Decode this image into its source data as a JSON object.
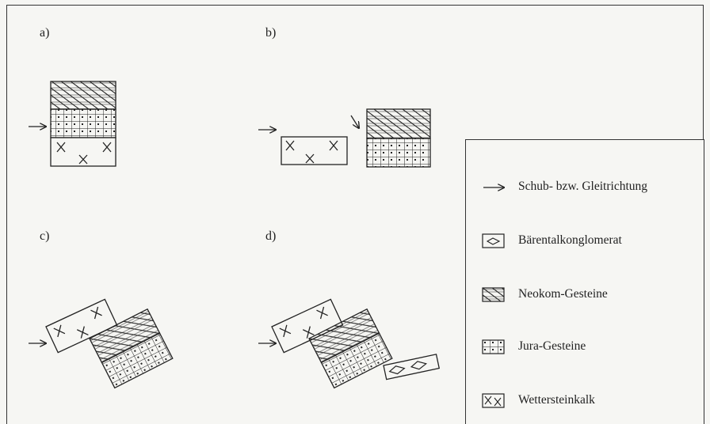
{
  "panels": {
    "a": "a)",
    "b": "b)",
    "c": "c)",
    "d": "d)"
  },
  "legend": {
    "items": [
      {
        "label": "Schub- bzw. Gleitrichtung",
        "icon": "arrow-icon"
      },
      {
        "label": "Bärentalkonglomerat",
        "icon": "diamond-box-icon"
      },
      {
        "label": "Neokom-Gesteine",
        "icon": "hatch-icon"
      },
      {
        "label": "Jura-Gesteine",
        "icon": "grid-icon"
      },
      {
        "label": "Wettersteinkalk",
        "icon": "cross-icon"
      }
    ]
  },
  "colors": {
    "ink": "#222222",
    "paper": "#f6f6f3"
  }
}
